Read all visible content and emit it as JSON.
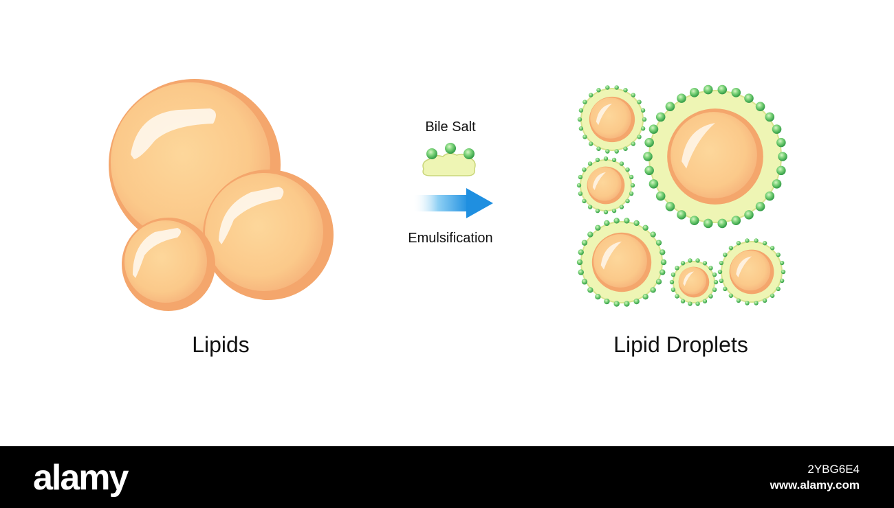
{
  "labels": {
    "lipids": "Lipids",
    "lipid_droplets": "Lipid Droplets",
    "bile_salt": "Bile Salt",
    "emulsification": "Emulsification"
  },
  "footer": {
    "brand": "alamy",
    "image_id": "2YBG6E4",
    "site": "www.alamy.com"
  },
  "colors": {
    "lipid_fill": "#fbc98a",
    "lipid_rim": "#f4a66c",
    "bile_coat": "#eef5b4",
    "bile_bead": "#5fc46a",
    "arrow": "#2a9be0",
    "footer_bg": "#000000"
  }
}
